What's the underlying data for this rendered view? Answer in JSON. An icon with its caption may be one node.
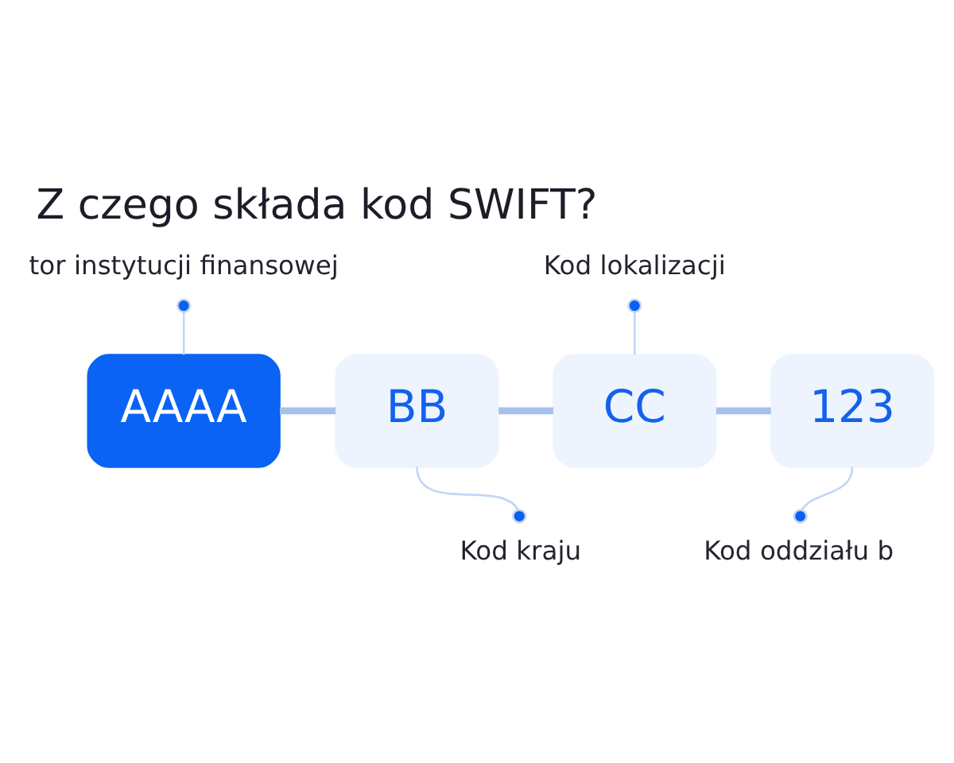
{
  "diagram": {
    "title": "Z czego składa kod SWIFT?",
    "nodes": [
      {
        "text": [
          "tor instytucji finansowej"
        ]
      },
      {
        "text": [
          "Kod lokalizacji"
        ]
      },
      {
        "text": [
          "AAAA"
        ]
      },
      {
        "text": [
          "BB"
        ]
      },
      {
        "text": [
          "CC"
        ]
      },
      {
        "text": [
          "123"
        ]
      },
      {
        "text": [
          "Kod kraju"
        ]
      },
      {
        "text": [
          "Kod oddziału b"
        ]
      }
    ],
    "edges": [
      {
        "from": 0,
        "to": 2,
        "arrow": "other"
      },
      {
        "from": 1,
        "to": 4,
        "arrow": "other"
      },
      {
        "from": 2,
        "to": 3,
        "arrow": "none",
        "style": "thick"
      },
      {
        "from": 3,
        "to": 4,
        "arrow": "none",
        "style": "thick"
      },
      {
        "from": 4,
        "to": 5,
        "arrow": "none",
        "style": "thick"
      },
      {
        "from": 6,
        "to": 3,
        "arrow": "other"
      },
      {
        "from": 7,
        "to": 5,
        "arrow": "other"
      }
    ]
  }
}
